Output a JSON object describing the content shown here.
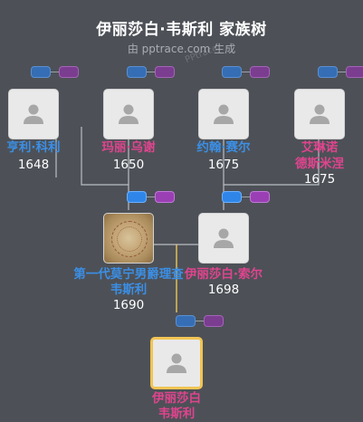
{
  "header": {
    "title": "伊丽莎白·韦斯利 家族树",
    "subtitle": "由 pptrace.com 生成",
    "watermark": "PPtrace"
  },
  "colors": {
    "background": "#4d5157",
    "male": "#3b8fe6",
    "female": "#e0448e",
    "selected_border": "#f1c453",
    "connector": "#b9bec4",
    "selected_connector": "#f1c453"
  },
  "people": {
    "henry": {
      "name": "亨利·科利",
      "year": "1648",
      "gender": "male"
    },
    "mary": {
      "name": "玛丽·乌谢",
      "year": "1650",
      "gender": "female"
    },
    "john": {
      "name": "约翰·赛尔",
      "year": "1675",
      "gender": "male"
    },
    "eleanor": {
      "name_line1": "艾琳诺",
      "name_line2": "德斯米涅",
      "year": "1675",
      "gender": "female"
    },
    "garret": {
      "name_line1": "第一代莫宁男爵理查",
      "name_line2": "韦斯利",
      "year": "1690",
      "gender": "male"
    },
    "elizabeth_sale": {
      "name": "伊丽莎白·索尔",
      "year": "1698",
      "gender": "female"
    },
    "elizabeth": {
      "name_line1": "伊丽莎白",
      "name_line2": "韦斯利",
      "gender": "female"
    }
  },
  "icons": {
    "avatar": "person-silhouette-icon",
    "expand_father": "male-parent-toggle-icon",
    "expand_mother": "female-parent-toggle-icon"
  }
}
